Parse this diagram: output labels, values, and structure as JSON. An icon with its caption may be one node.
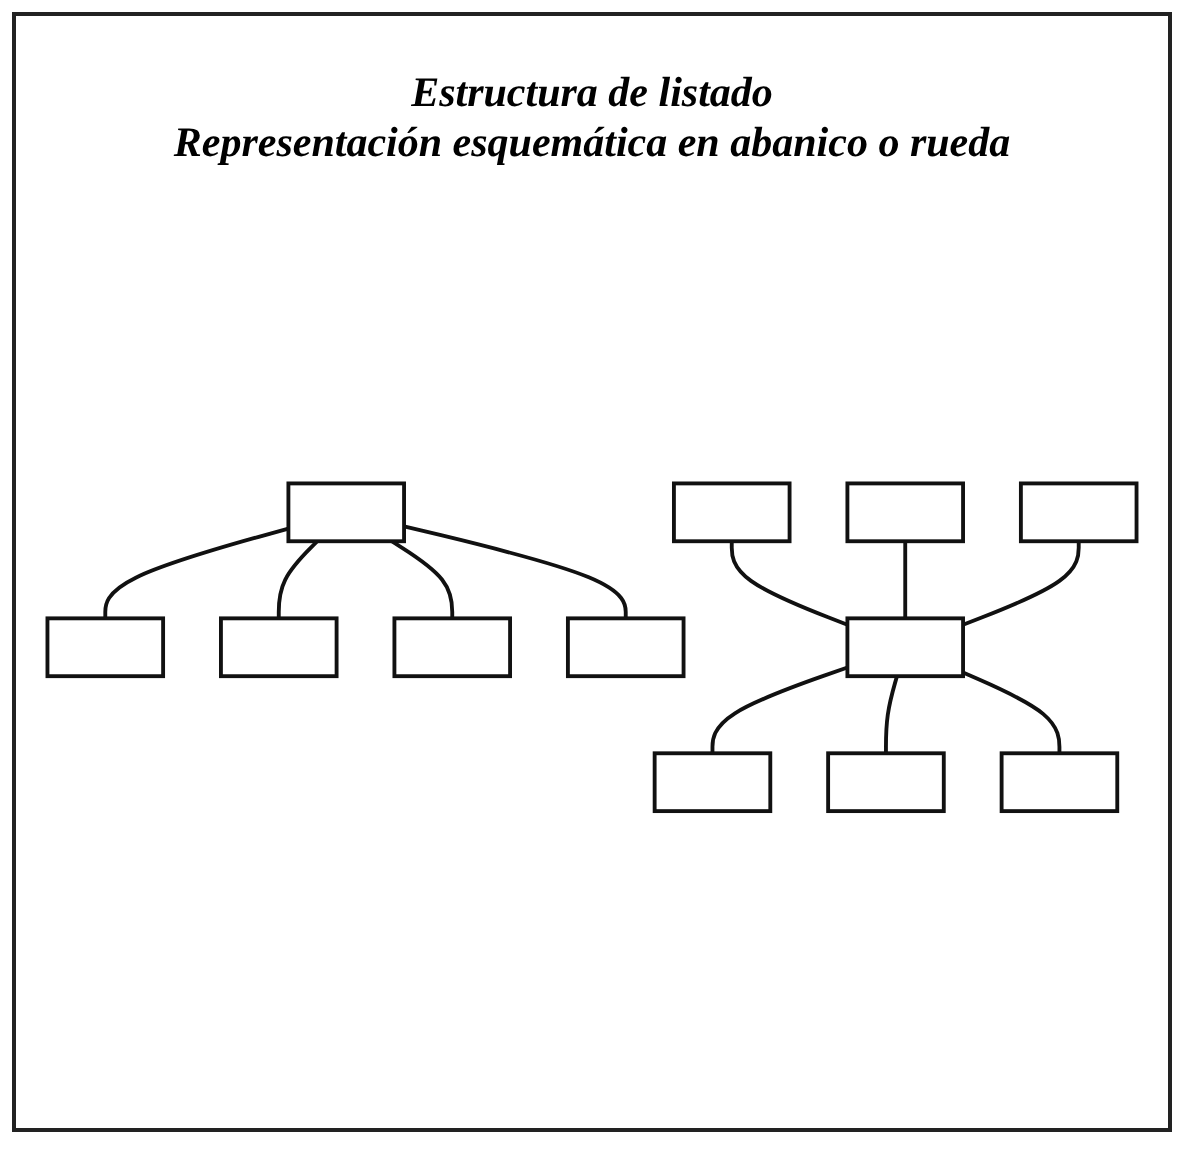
{
  "diagram": {
    "title": "Estructura de listado",
    "nodes": [
      {
        "text": [],
        "shape": "box"
      },
      {
        "text": [],
        "shape": "box"
      },
      {
        "text": [],
        "shape": "box"
      },
      {
        "text": [],
        "shape": "box"
      },
      {
        "text": [],
        "shape": "box"
      },
      {
        "text": [],
        "shape": "box"
      },
      {
        "text": [],
        "shape": "box"
      },
      {
        "text": [],
        "shape": "box"
      },
      {
        "text": [],
        "shape": "box"
      },
      {
        "text": [],
        "shape": "box"
      },
      {
        "text": [],
        "shape": "box"
      },
      {
        "text": [],
        "shape": "box"
      }
    ],
    "edges": [
      {
        "from": 0,
        "to": 1,
        "arrow": "none"
      },
      {
        "from": 0,
        "to": 2,
        "arrow": "none"
      },
      {
        "from": 0,
        "to": 3,
        "arrow": "none"
      },
      {
        "from": 0,
        "to": 4,
        "arrow": "none"
      },
      {
        "from": 5,
        "to": 6,
        "arrow": "none"
      },
      {
        "from": 5,
        "to": 7,
        "arrow": "none"
      },
      {
        "from": 5,
        "to": 8,
        "arrow": "none"
      },
      {
        "from": 5,
        "to": 9,
        "arrow": "none"
      },
      {
        "from": 5,
        "to": 10,
        "arrow": "none"
      },
      {
        "from": 5,
        "to": 11,
        "arrow": "none"
      }
    ],
    "labels": [
      "Representación esquemática en abanico o rueda"
    ]
  }
}
